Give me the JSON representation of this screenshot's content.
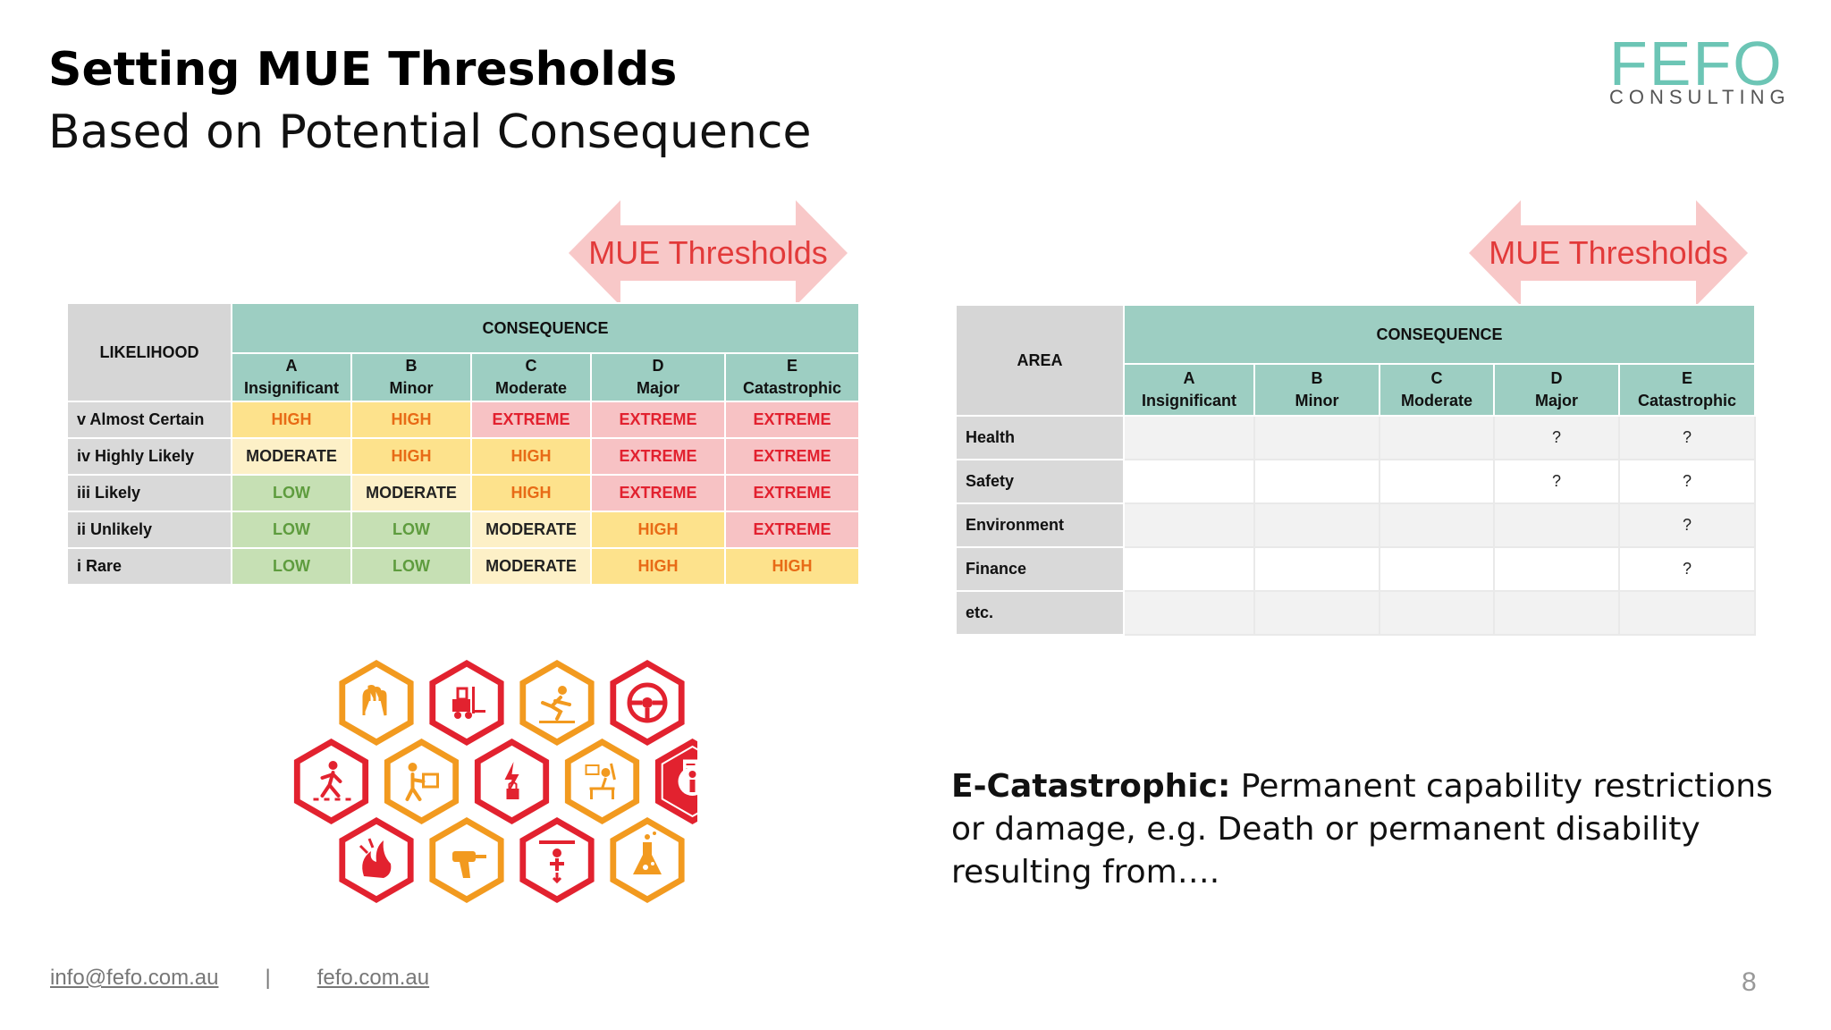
{
  "slide": {
    "title": "Setting MUE Thresholds",
    "subtitle": "Based on Potential Consequence"
  },
  "logo": {
    "main": "FEFO",
    "sub": "CONSULTING",
    "color": "#6cc5b5"
  },
  "arrows": {
    "left_label": "MUE Thresholds",
    "right_label": "MUE Thresholds",
    "fill": "#f8c8c8",
    "text_color": "#e23a3a"
  },
  "risk_matrix": {
    "likelihood_label": "LIKELIHOOD",
    "consequence_label": "CONSEQUENCE",
    "columns": [
      {
        "letter": "A",
        "name": "Insignificant"
      },
      {
        "letter": "B",
        "name": "Minor"
      },
      {
        "letter": "C",
        "name": "Moderate"
      },
      {
        "letter": "D",
        "name": "Major"
      },
      {
        "letter": "E",
        "name": "Catastrophic"
      }
    ],
    "rows": [
      {
        "label": "v Almost Certain",
        "cells": [
          "HIGH",
          "HIGH",
          "EXTREME",
          "EXTREME",
          "EXTREME"
        ]
      },
      {
        "label": "iv Highly Likely",
        "cells": [
          "MODERATE",
          "HIGH",
          "HIGH",
          "EXTREME",
          "EXTREME"
        ]
      },
      {
        "label": "iii Likely",
        "cells": [
          "LOW",
          "MODERATE",
          "HIGH",
          "EXTREME",
          "EXTREME"
        ]
      },
      {
        "label": "ii Unlikely",
        "cells": [
          "LOW",
          "LOW",
          "MODERATE",
          "HIGH",
          "EXTREME"
        ]
      },
      {
        "label": "i Rare",
        "cells": [
          "LOW",
          "LOW",
          "MODERATE",
          "HIGH",
          "HIGH"
        ]
      }
    ]
  },
  "area_matrix": {
    "area_label": "AREA",
    "consequence_label": "CONSEQUENCE",
    "columns": [
      {
        "letter": "A",
        "name": "Insignificant"
      },
      {
        "letter": "B",
        "name": "Minor"
      },
      {
        "letter": "C",
        "name": "Moderate"
      },
      {
        "letter": "D",
        "name": "Major"
      },
      {
        "letter": "E",
        "name": "Catastrophic"
      }
    ],
    "rows": [
      {
        "label": "Health",
        "cells": [
          "",
          "",
          "",
          "?",
          "?"
        ]
      },
      {
        "label": "Safety",
        "cells": [
          "",
          "",
          "",
          "?",
          "?"
        ]
      },
      {
        "label": "Environment",
        "cells": [
          "",
          "",
          "",
          "",
          "?"
        ]
      },
      {
        "label": "Finance",
        "cells": [
          "",
          "",
          "",
          "",
          "?"
        ]
      },
      {
        "label": "etc.",
        "cells": [
          "",
          "",
          "",
          "",
          ""
        ]
      }
    ]
  },
  "safety_icons": [
    {
      "icon": "gloves-icon",
      "color": "#f29a1f"
    },
    {
      "icon": "forklift-icon",
      "color": "#e2222f"
    },
    {
      "icon": "slip-icon",
      "color": "#f29a1f"
    },
    {
      "icon": "steering-wheel-icon",
      "color": "#e2222f"
    },
    {
      "icon": "pedestrian-crossing-icon",
      "color": "#e2222f"
    },
    {
      "icon": "manual-handling-icon",
      "color": "#f29a1f"
    },
    {
      "icon": "electrical-lockout-icon",
      "color": "#e2222f"
    },
    {
      "icon": "workstation-icon",
      "color": "#f29a1f"
    },
    {
      "icon": "permit-icon",
      "color": "#e2222f"
    },
    {
      "icon": "fire-icon",
      "color": "#e2222f"
    },
    {
      "icon": "power-drill-icon",
      "color": "#f29a1f"
    },
    {
      "icon": "fall-hazard-icon",
      "color": "#e2222f"
    },
    {
      "icon": "chemical-flask-icon",
      "color": "#f29a1f"
    }
  ],
  "definition": {
    "term": "E-Catastrophic:",
    "text": " Permanent capability restrictions or damage, e.g. Death or permanent disability resulting from…."
  },
  "footer": {
    "email": "info@fefo.com.au",
    "separator": "|",
    "website": "fefo.com.au",
    "page_number": "8"
  },
  "severity_colors": {
    "HIGH": "#fde28c",
    "EXTREME": "#f7c2c4",
    "MODERATE": "#fdf0c7",
    "LOW": "#c6e0b4",
    "header": "#9dcec2"
  }
}
